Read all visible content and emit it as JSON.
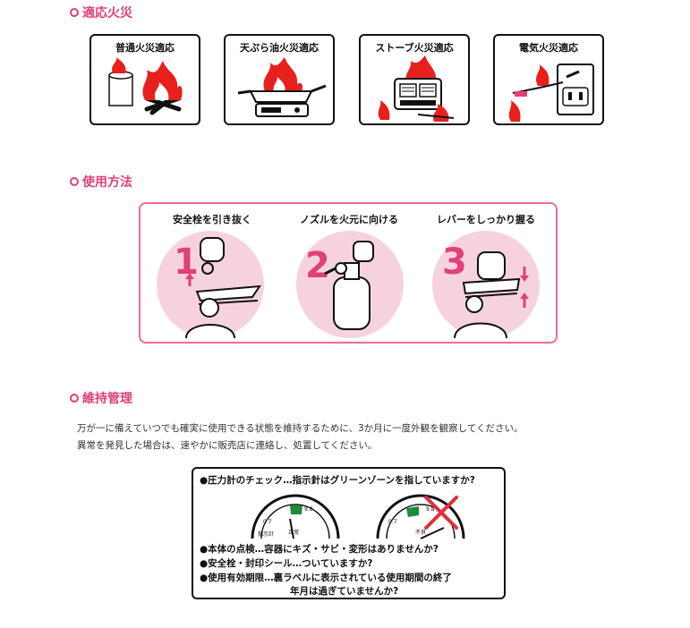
{
  "sections": {
    "fire_types": {
      "title": "適応火災"
    },
    "usage": {
      "title": "使用方法"
    },
    "maintenance": {
      "title": "維持管理"
    }
  },
  "fire_cards": [
    {
      "label": "普通火災適応",
      "icon": "wood-fire-icon"
    },
    {
      "label": "天ぷら油火災適応",
      "icon": "pan-fire-icon"
    },
    {
      "label": "ストーブ火災適応",
      "icon": "stove-fire-icon"
    },
    {
      "label": "電気火災適応",
      "icon": "outlet-fire-icon"
    }
  ],
  "steps": [
    {
      "label": "安全栓を引き抜く",
      "number": "1"
    },
    {
      "label": "ノズルを火元に向ける",
      "number": "2"
    },
    {
      "label": "レバーをしっかり握る",
      "number": "3"
    }
  ],
  "maintenance_text": {
    "line1": "万が一に備えていつでも確実に使用できる状態を維持するために、3か月に一度外観を観察してください。",
    "line2": "異常を発見した場合は、速やかに販売店に連絡し、処置してください。"
  },
  "checklist": {
    "gauge_question": "●圧力計のチェック…指示針はグリーンゾーンを指していますか?",
    "gauge_ok": {
      "needle_label": "指示計",
      "status": "正常",
      "scale_low": "0.7",
      "scale_high": "9.8"
    },
    "gauge_ng": {
      "status": "不良",
      "scale_low": "0.7",
      "scale_high": "9.8"
    },
    "items": [
      "●本体の点検…容器にキズ・サビ・変形はありませんか?",
      "●安全栓・封印シール…ついていますか?",
      "●使用有効期限…裏ラベルに表示されている使用期間の終了"
    ],
    "item_cont": "年月は過ぎていませんか?"
  },
  "colors": {
    "accent": "#e0407a",
    "fire": "#e8201c",
    "pink_bg": "#f6d3dc",
    "gauge_green": "#1e8a3c"
  }
}
